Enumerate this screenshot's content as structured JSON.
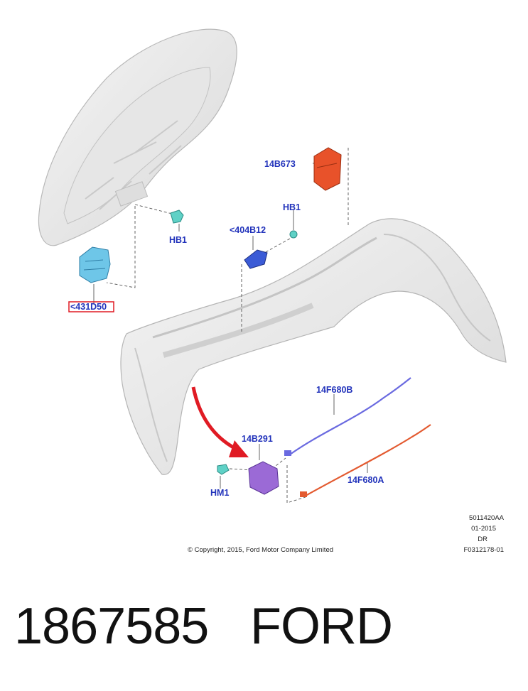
{
  "diagram": {
    "labels": {
      "latch": "<431D50",
      "hb1_left": "HB1",
      "switch": "<404B12",
      "hb1_right": "HB1",
      "module_top": "14B673",
      "cable_b": "14F680B",
      "module_bottom": "14B291",
      "hm1": "HM1",
      "cable_a": "14F680A"
    },
    "colors": {
      "label_blue": "#2233bb",
      "highlight_red": "#e01b24",
      "latch_cyan": "#6ec6e8",
      "module_orange": "#e8522a",
      "switch_blue": "#3b5bd6",
      "module_purple": "#9b6ad6",
      "cable_blue": "#6a6ae0",
      "cable_orange": "#e35a30",
      "fastener_teal": "#5fd1c6"
    },
    "meta_block": {
      "line1": "5011420AA",
      "line2": "01-2015",
      "line3": "DR",
      "line4": "F0312178-01"
    },
    "copyright": "© Copyright, 2015, Ford Motor Company Limited"
  },
  "footer": {
    "part_number": "1867585",
    "brand": "FORD"
  }
}
